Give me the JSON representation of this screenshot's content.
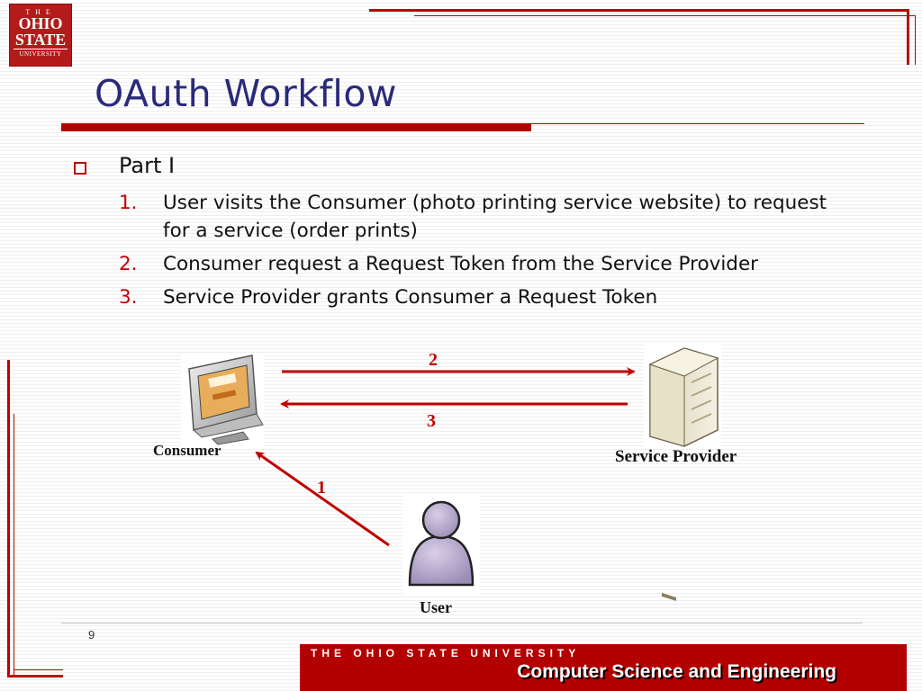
{
  "logo": {
    "the": "THE",
    "line1": "OHIO",
    "line2": "STATE",
    "line3": "UNIVERSITY"
  },
  "slide": {
    "title": "OAuth Workflow",
    "bullet": "Part I",
    "steps": [
      {
        "num": "1.",
        "text": "User visits the Consumer (photo printing service website) to request for a service (order prints)"
      },
      {
        "num": "2.",
        "text": "Consumer request a Request Token from the Service Provider"
      },
      {
        "num": "3.",
        "text": "Service Provider grants Consumer a Request Token"
      }
    ],
    "page_number": "9"
  },
  "diagram": {
    "consumer_label": "Consumer",
    "provider_label": "Service Provider",
    "user_label": "User",
    "arrow_labels": {
      "a1": "1",
      "a2": "2",
      "a3": "3"
    },
    "arrow_color": "#c00000",
    "icons": [
      "monitor-icon",
      "server-icon",
      "user-icon"
    ]
  },
  "footer": {
    "university": "THE OHIO STATE UNIVERSITY",
    "department": "Computer Science and Engineering",
    "color": "#b30000"
  }
}
